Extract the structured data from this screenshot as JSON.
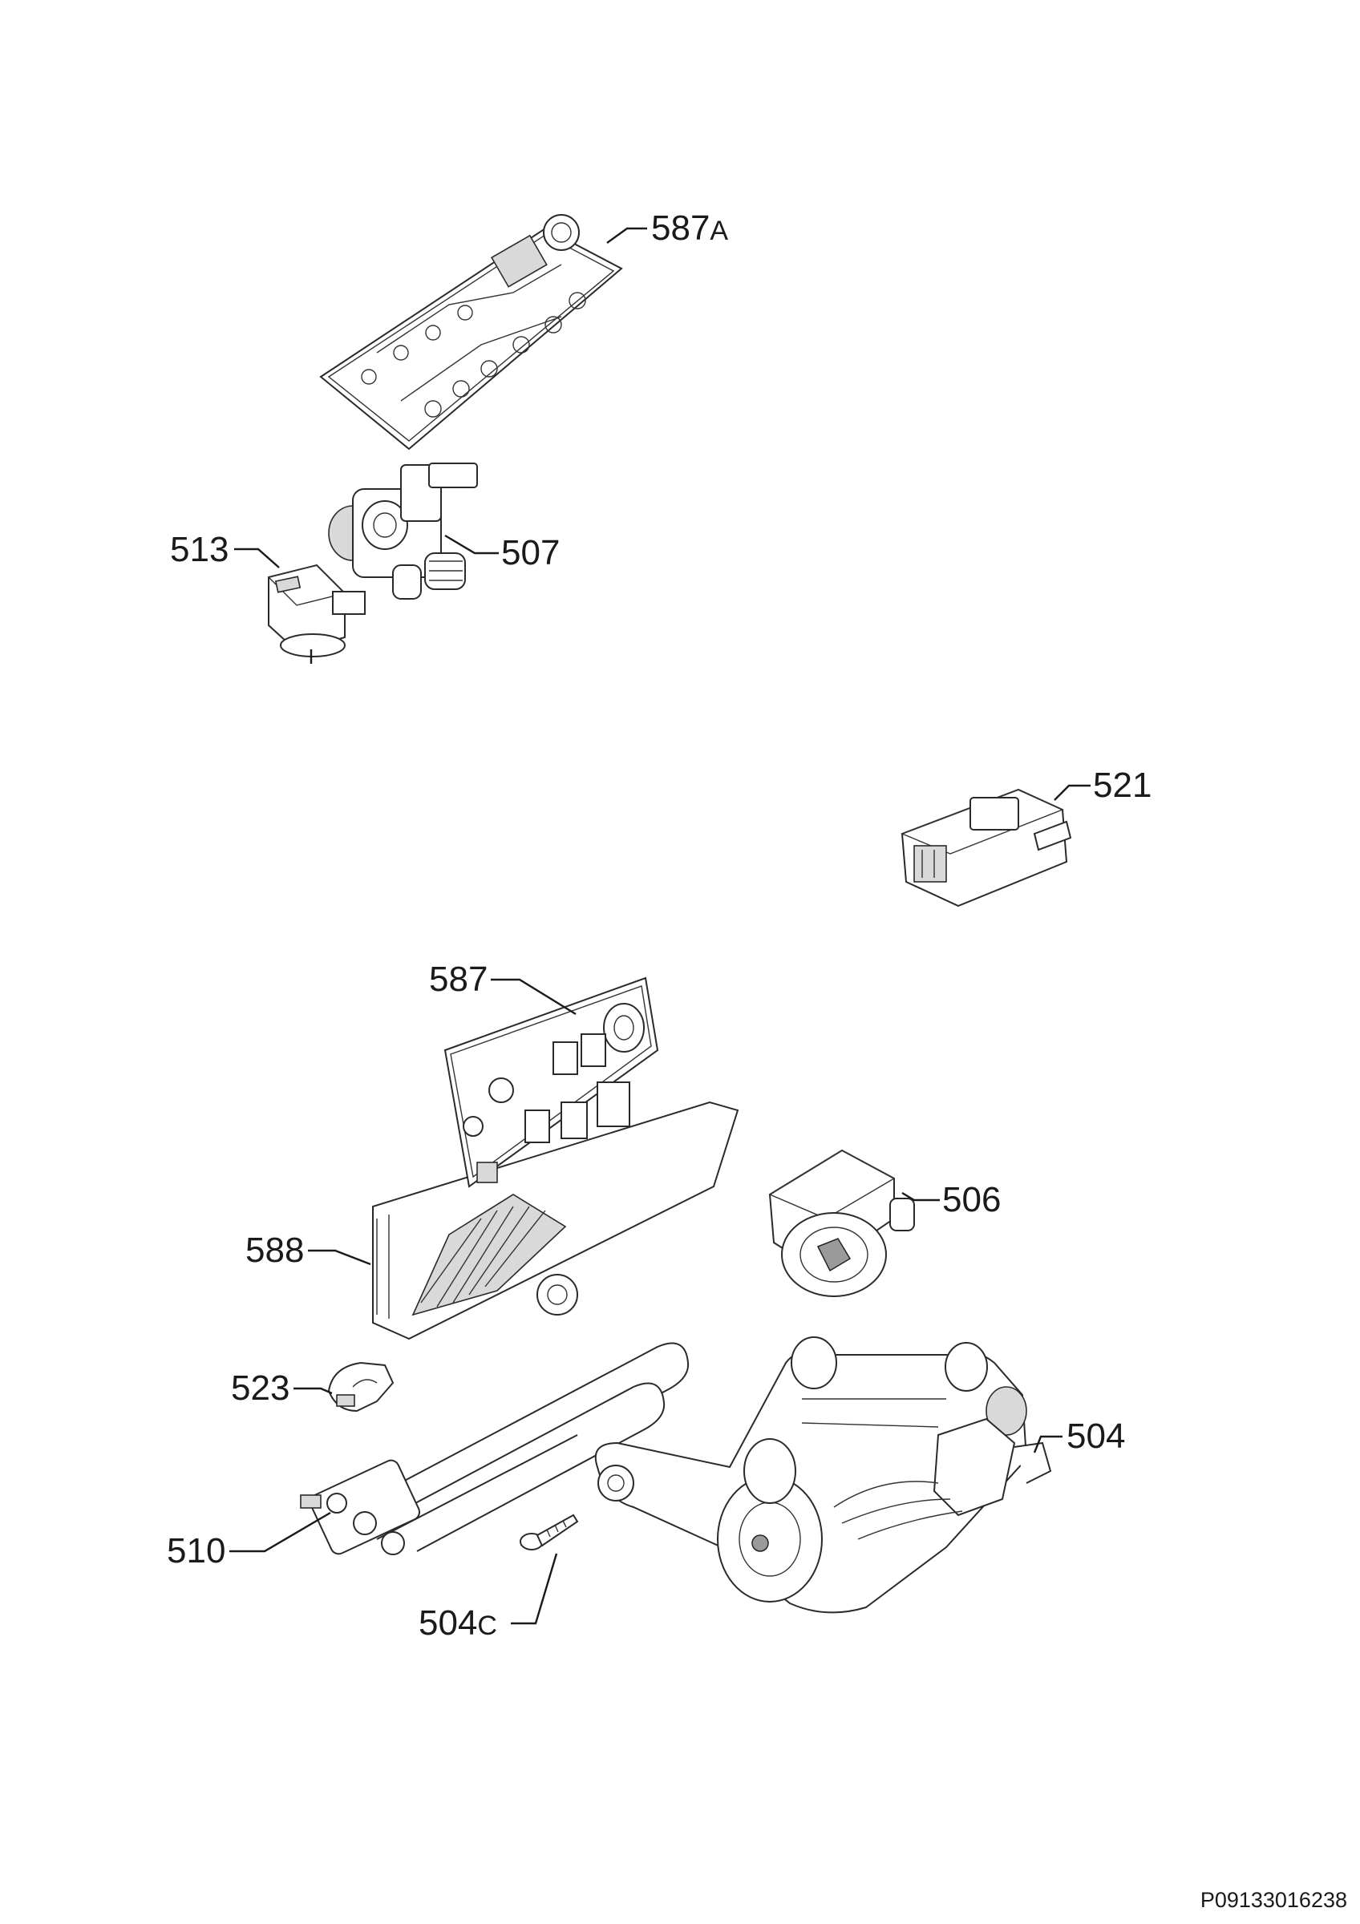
{
  "labels": {
    "p587a": {
      "num": "587",
      "suffix": "A"
    },
    "p513": {
      "num": "513"
    },
    "p507": {
      "num": "507"
    },
    "p521": {
      "num": "521"
    },
    "p587": {
      "num": "587"
    },
    "p506": {
      "num": "506"
    },
    "p588": {
      "num": "588"
    },
    "p523": {
      "num": "523"
    },
    "p504": {
      "num": "504"
    },
    "p510": {
      "num": "510"
    },
    "p504c": {
      "num": "504",
      "suffix": "C"
    }
  },
  "drawing_code": "P09133016238"
}
